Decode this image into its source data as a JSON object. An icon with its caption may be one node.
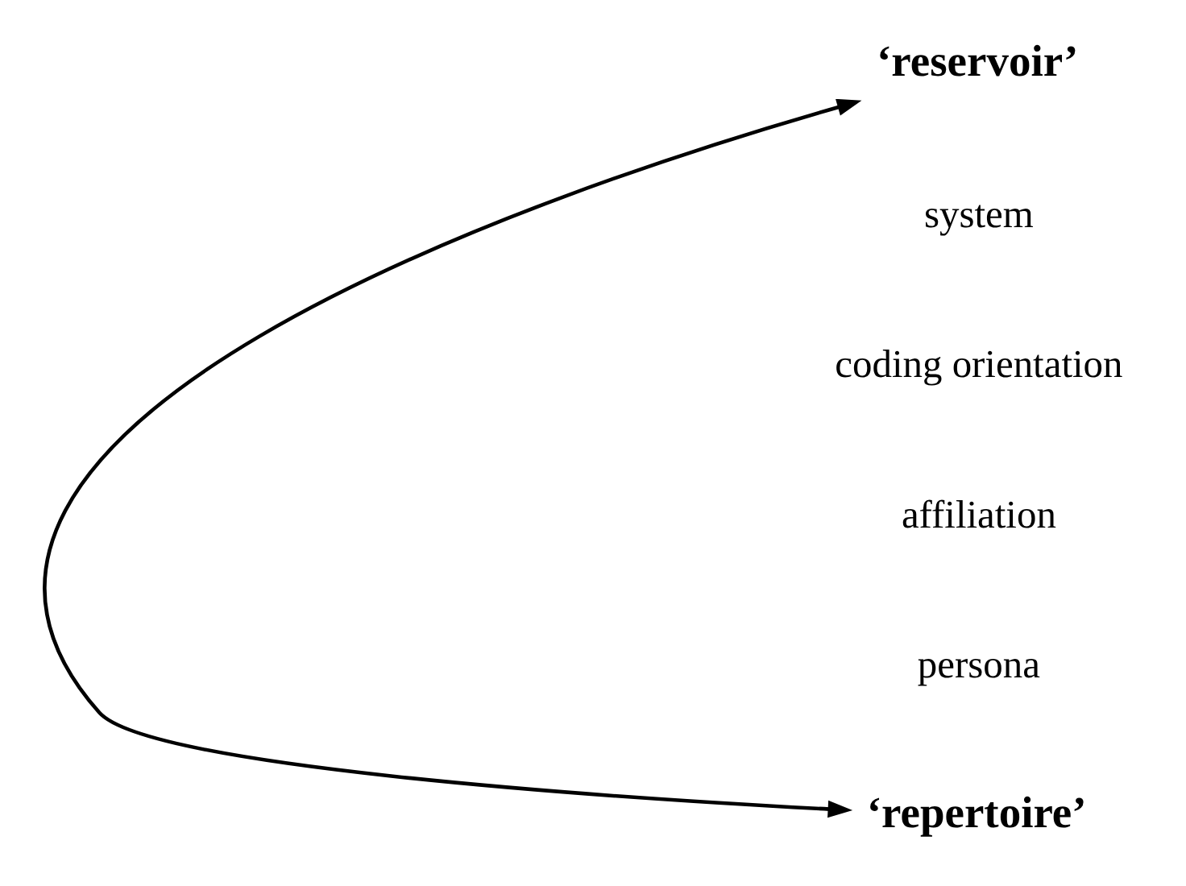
{
  "diagram": {
    "nodes": [
      {
        "text": [
          "‘reservoir’"
        ]
      },
      {
        "text": [
          "‘repertoire’"
        ]
      }
    ],
    "edges": [
      {
        "from": 0,
        "to": 1,
        "arrow": "both"
      }
    ],
    "labels": [
      "system",
      "coding orientation",
      "affiliation",
      "persona"
    ]
  }
}
